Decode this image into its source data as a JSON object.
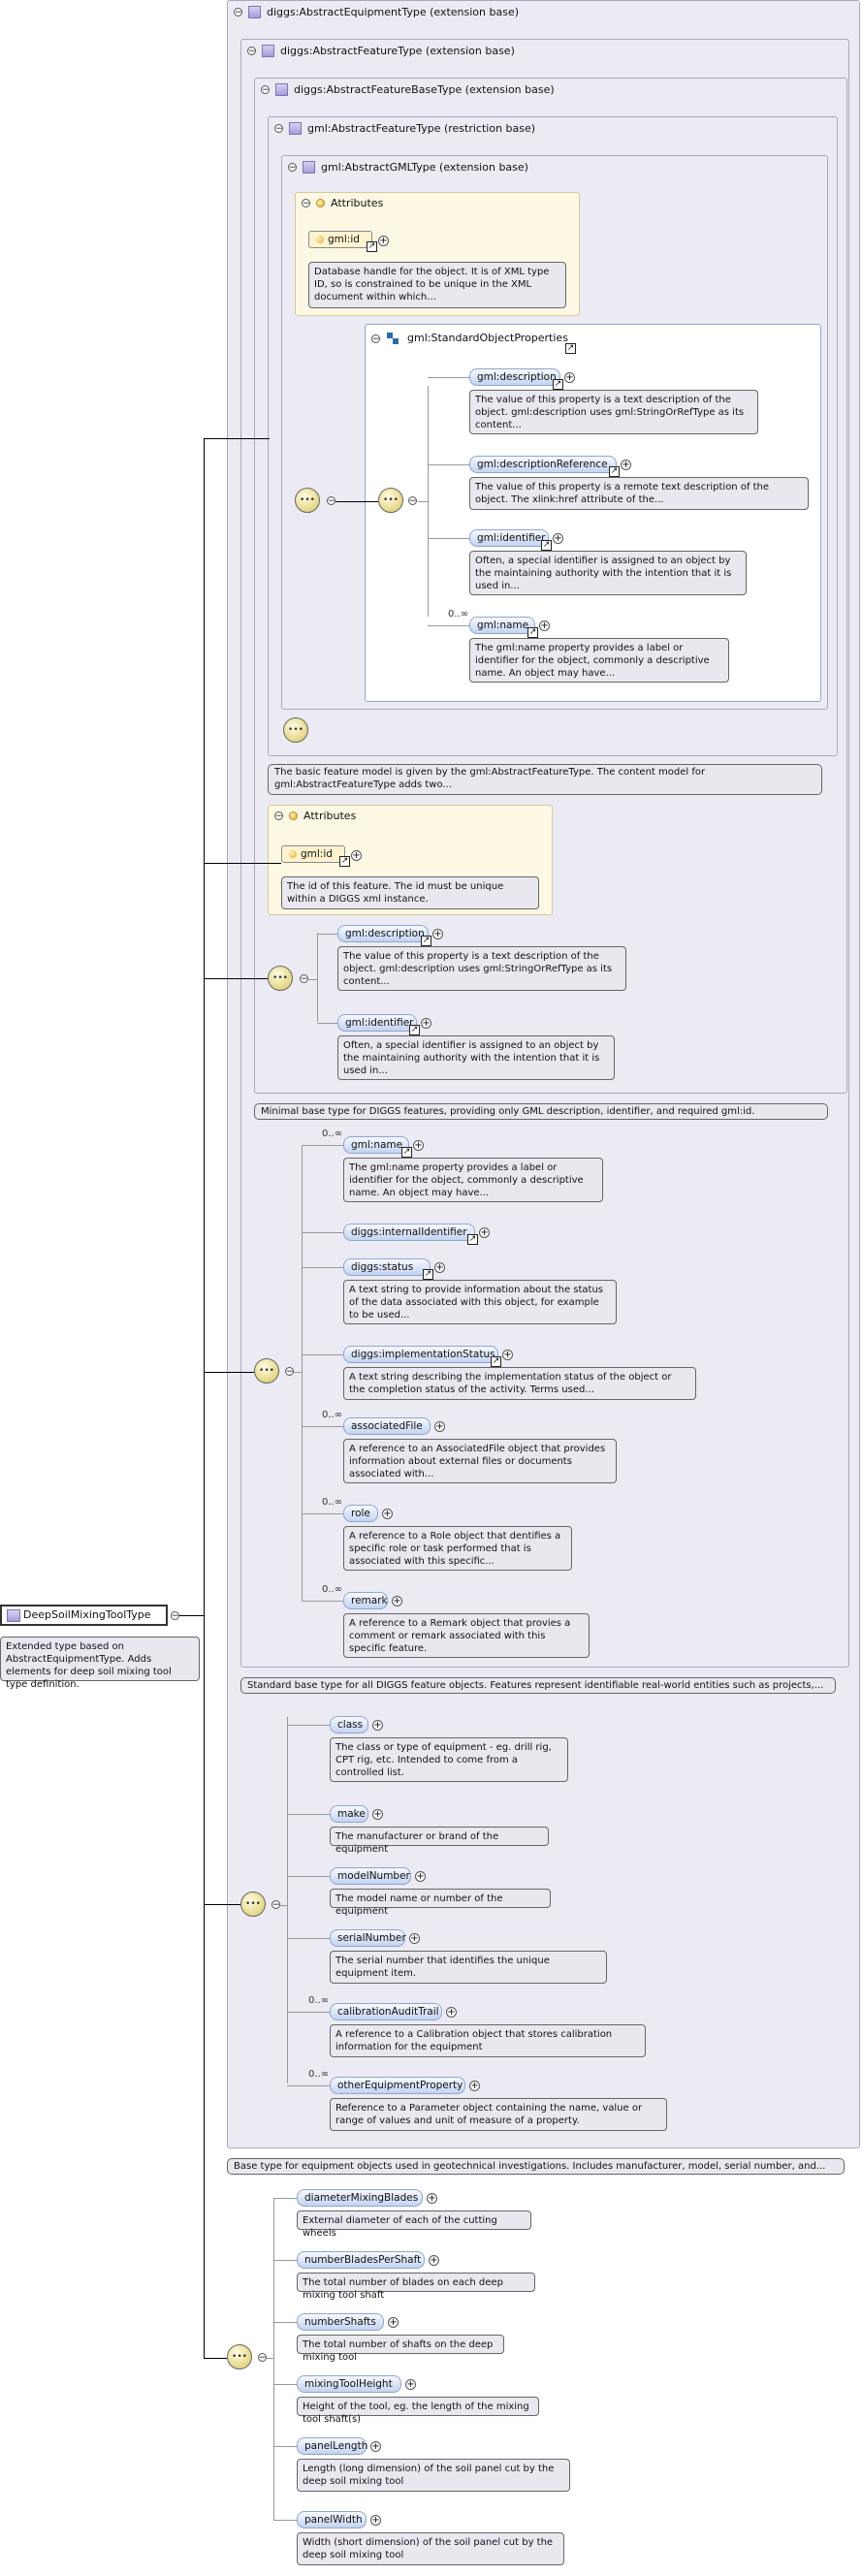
{
  "root": {
    "name": "DeepSoilMixingToolType",
    "desc": "Extended type based on AbstractEquipmentType. Adds elements for deep soil mixing tool type definition."
  },
  "types": {
    "equipment": "diggs:AbstractEquipmentType (extension base)",
    "feature": "diggs:AbstractFeatureType (extension base)",
    "featurebase": "diggs:AbstractFeatureBaseType (extension base)",
    "gmlfeature": "gml:AbstractFeatureType (restriction base)",
    "gmlgml": "gml:AbstractGMLType (extension base)"
  },
  "attributes_label": "Attributes",
  "gml_id": {
    "name": "gml:id",
    "desc": "Database handle for the object. It is of XML type ID, so is constrained to be unique in the XML document within which..."
  },
  "standard_props": {
    "name": "gml:StandardObjectProperties",
    "items": [
      {
        "name": "gml:description",
        "card": "",
        "desc": "The value of this property is a text description of the object. gml:description uses gml:StringOrRefType as its content..."
      },
      {
        "name": "gml:descriptionReference",
        "card": "",
        "desc": "The value of this property is a remote text description of the object. The xlink:href attribute of the..."
      },
      {
        "name": "gml:identifier",
        "card": "",
        "desc": "Often, a special identifier is assigned to an object by the maintaining authority with the intention that it is used in..."
      },
      {
        "name": "gml:name",
        "card": "0..∞",
        "desc": "The gml:name property provides a label or identifier for the object, commonly a descriptive name. An object may have..."
      }
    ]
  },
  "gmlfeature_ann": "The basic feature model is given by the gml:AbstractFeatureType. The content model for gml:AbstractFeatureType adds two...",
  "featurebase": {
    "id_name": "gml:id",
    "id_desc": "The id of this feature. The id must be unique within a DIGGS xml instance.",
    "items": [
      {
        "name": "gml:description",
        "desc": "The value of this property is a text description of the object. gml:description uses gml:StringOrRefType as its content..."
      },
      {
        "name": "gml:identifier",
        "desc": "Often, a special identifier is assigned to an object by the maintaining authority with the intention that it is used in..."
      }
    ],
    "ann": "Minimal base type for DIGGS features, providing only GML description, identifier, and required gml:id."
  },
  "feature": {
    "items": [
      {
        "name": "gml:name",
        "card": "0..∞",
        "desc": "The gml:name property provides a label or identifier for the object, commonly a descriptive name. An object may have..."
      },
      {
        "name": "diggs:internalIdentifier",
        "card": "",
        "desc": ""
      },
      {
        "name": "diggs:status",
        "card": "",
        "desc": "A text string to provide information about the status of the data associated with this object, for example to be used..."
      },
      {
        "name": "diggs:implementationStatus",
        "card": "",
        "desc": "A text string describing the implementation status of the object or the completion status of the activity. Terms used..."
      },
      {
        "name": "associatedFile",
        "card": "0..∞",
        "desc": "A reference to an AssociatedFile object that provides information about external files or documents associated with..."
      },
      {
        "name": "role",
        "card": "0..∞",
        "desc": "A reference to a Role object that dentifies a specific role or task performed that is associated with this specific..."
      },
      {
        "name": "remark",
        "card": "0..∞",
        "desc": "A reference to a Remark object that provies a comment or remark associated with this specific feature."
      }
    ],
    "ann": "Standard base type for all DIGGS feature objects. Features represent identifiable real-world entities such as projects,..."
  },
  "equipment": {
    "items": [
      {
        "name": "class",
        "card": "",
        "desc": "The class or type of equipment - eg. drill rig, CPT rig, etc. Intended to come from a controlled list."
      },
      {
        "name": "make",
        "card": "",
        "desc": "The manufacturer or brand of the equipment"
      },
      {
        "name": "modelNumber",
        "card": "",
        "desc": "The model name or number of the equipment"
      },
      {
        "name": "serialNumber",
        "card": "",
        "desc": "The serial number that identifies the unique equipment item."
      },
      {
        "name": "calibrationAuditTrail",
        "card": "0..∞",
        "desc": "A reference to a Calibration object that stores calibration information for the equipment"
      },
      {
        "name": "otherEquipmentProperty",
        "card": "0..∞",
        "desc": "Reference to a Parameter object containing the name, value or range of values and unit of measure of a property."
      }
    ],
    "ann": "Base type for equipment objects used in geotechnical investigations. Includes manufacturer, model, serial number, and..."
  },
  "dsm": {
    "items": [
      {
        "name": "diameterMixingBlades",
        "desc": "External diameter of each of the cutting wheels"
      },
      {
        "name": "numberBladesPerShaft",
        "desc": "The total number of blades on each deep mixing tool shaft"
      },
      {
        "name": "numberShafts",
        "desc": "The total number of shafts on the deep mixing tool"
      },
      {
        "name": "mixingToolHeight",
        "desc": "Height of the tool, eg. the length of the mixing tool shaft(s)"
      },
      {
        "name": "panelLength",
        "desc": "Length (long dimension) of the soil panel cut by the deep soil mixing tool"
      },
      {
        "name": "panelWidth",
        "desc": "Width (short dimension) of the soil panel cut by the deep soil mixing tool"
      }
    ]
  },
  "glyphs": {
    "collapse": "−",
    "plus": "+",
    "link": "↗",
    "compositor": "•••"
  }
}
